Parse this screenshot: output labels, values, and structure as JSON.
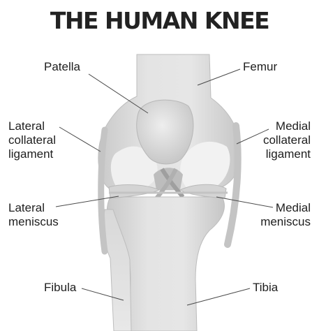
{
  "title": "THE HUMAN KNEE",
  "labels": {
    "patella": "Patella",
    "femur": "Femur",
    "lateral_collateral_ligament": [
      "Lateral",
      "collateral",
      "ligament"
    ],
    "medial_collateral_ligament": [
      "Medial",
      "collateral",
      "ligament"
    ],
    "lateral_meniscus": [
      "Lateral",
      "meniscus"
    ],
    "medial_meniscus": [
      "Medial",
      "meniscus"
    ],
    "fibula": "Fibula",
    "tibia": "Tibia"
  }
}
